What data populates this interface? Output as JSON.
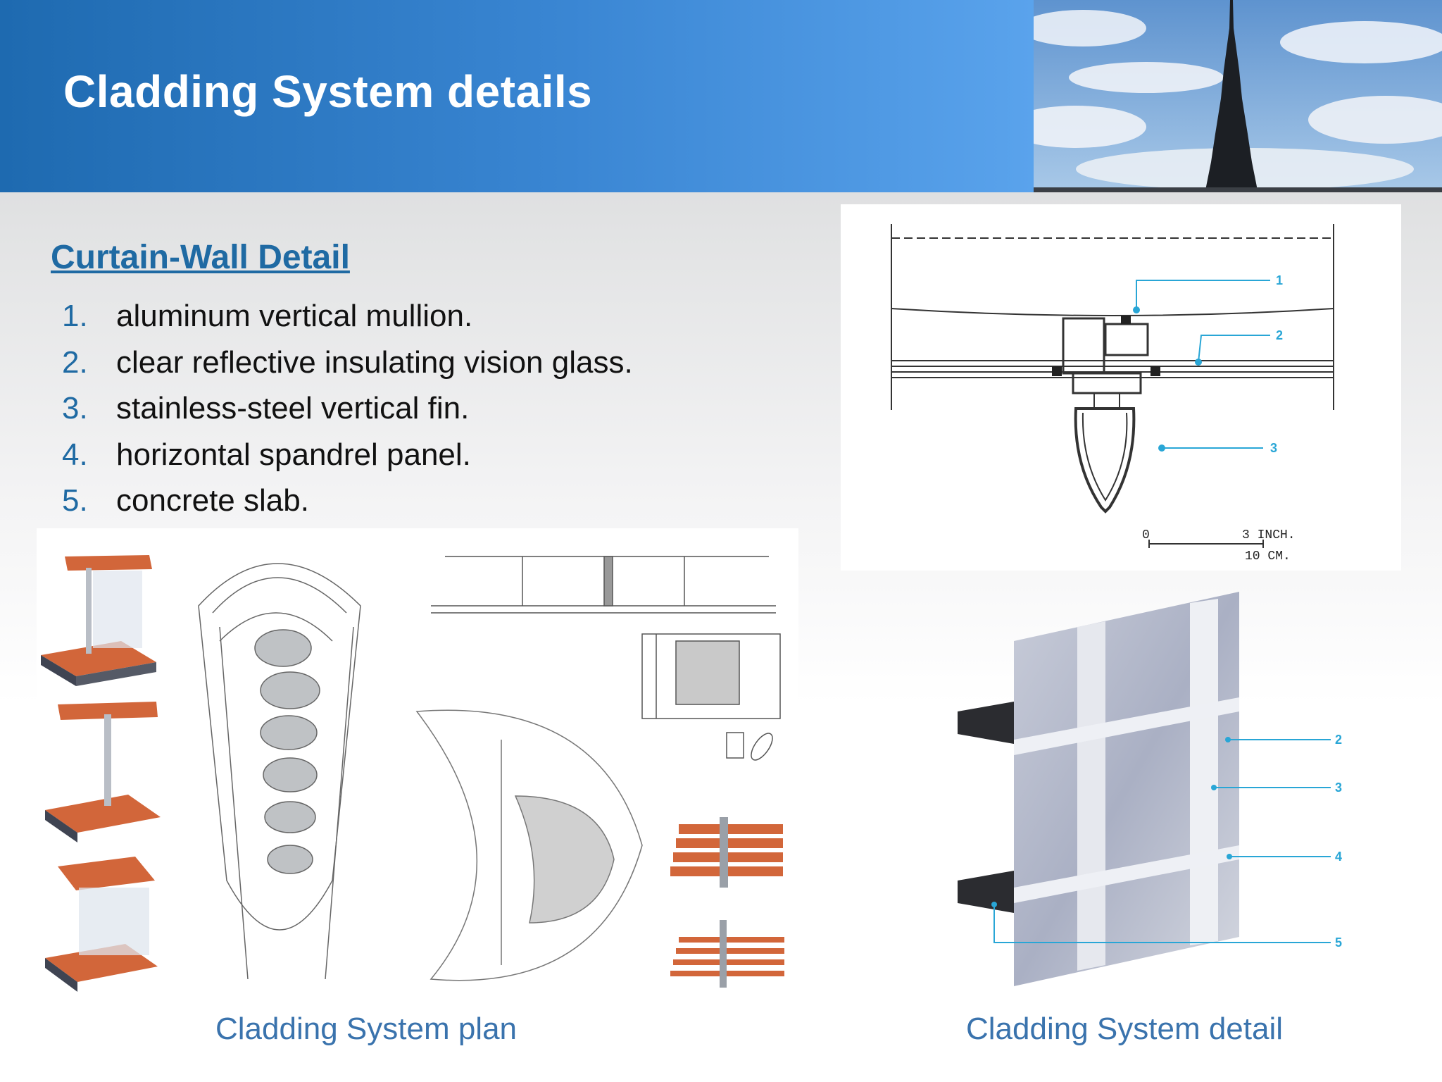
{
  "slide": {
    "title": "Cladding System details",
    "heading": "Curtain-Wall Detail",
    "list": [
      {
        "num": "1.",
        "text": "aluminum vertical mullion."
      },
      {
        "num": "2.",
        "text": "clear reflective insulating vision glass."
      },
      {
        "num": "3.",
        "text": "stainless-steel vertical fin."
      },
      {
        "num": "4.",
        "text": "horizontal spandrel panel."
      },
      {
        "num": "5.",
        "text": "concrete slab."
      }
    ],
    "caption_plan": "Cladding System plan",
    "caption_detail": "Cladding System detail"
  },
  "section_drawing": {
    "callouts": [
      "1",
      "2",
      "3"
    ],
    "scale_zero": "0",
    "scale_inch": "3 INCH.",
    "scale_cm": "10 CM."
  },
  "isometric_drawing": {
    "callouts": [
      "2",
      "3",
      "4",
      "5"
    ]
  },
  "colors": {
    "header_dark": "#1e6ab0",
    "header_light": "#5aa3ec",
    "accent_blue": "#1f6aa3",
    "callout_cyan": "#29a6d6",
    "terracotta": "#d2663a"
  }
}
